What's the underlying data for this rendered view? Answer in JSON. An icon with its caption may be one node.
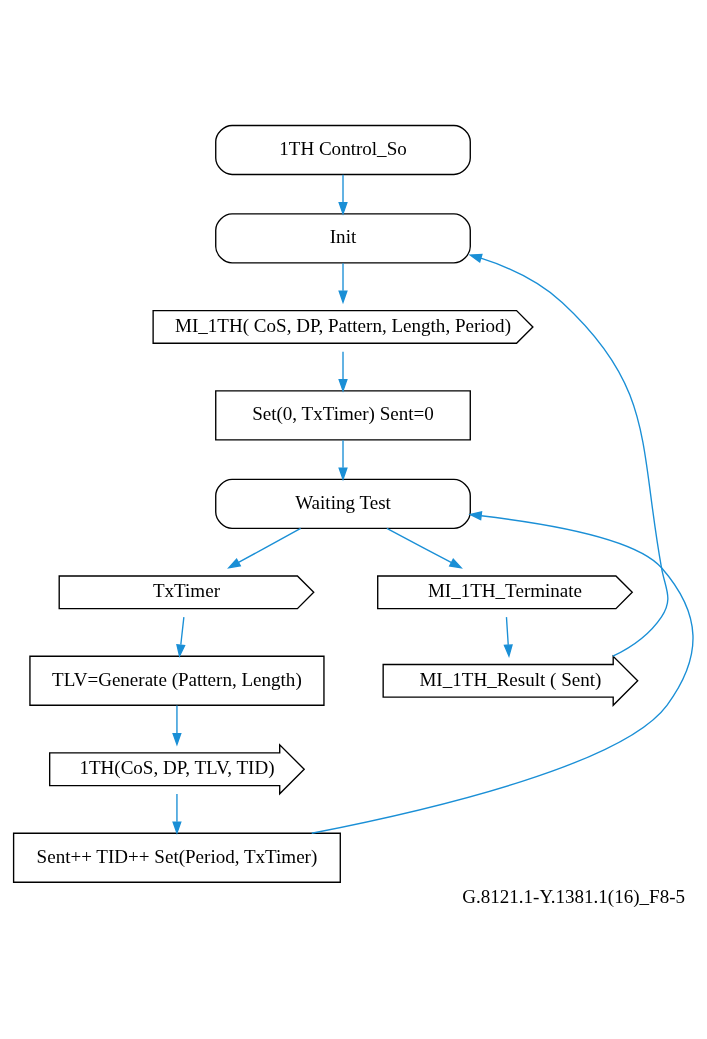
{
  "diagram": {
    "caption": "G.8121.1-Y.1381.1(16)_F8-5",
    "nodes": [
      {
        "text": [
          "1TH Control_So"
        ]
      },
      {
        "text": [
          "Init"
        ]
      },
      {
        "text": [
          "MI_1TH( CoS, DP, Pattern, Length, Period)"
        ]
      },
      {
        "text": [
          "Set(0, TxTimer) Sent=0"
        ]
      },
      {
        "text": [
          "Waiting Test"
        ]
      },
      {
        "text": [
          "TxTimer"
        ]
      },
      {
        "text": [
          "MI_1TH_Terminate"
        ]
      },
      {
        "text": [
          "TLV=Generate (Pattern, Length)"
        ]
      },
      {
        "text": [
          "1TH(CoS, DP, TLV, TID)"
        ]
      },
      {
        "text": [
          "Sent++ TID++ Set(Period, TxTimer)"
        ]
      },
      {
        "text": [
          "MI_1TH_Result ( Sent)"
        ]
      }
    ],
    "edges": [
      {
        "from": 0,
        "to": 1,
        "arrow": "to"
      },
      {
        "from": 1,
        "to": 2,
        "arrow": "to"
      },
      {
        "from": 2,
        "to": 3,
        "arrow": "to"
      },
      {
        "from": 3,
        "to": 4,
        "arrow": "to"
      },
      {
        "from": 4,
        "to": 5,
        "arrow": "to"
      },
      {
        "from": 4,
        "to": 6,
        "arrow": "to"
      },
      {
        "from": 5,
        "to": 7,
        "arrow": "to"
      },
      {
        "from": 7,
        "to": 8,
        "arrow": "to"
      },
      {
        "from": 8,
        "to": 9,
        "arrow": "to"
      },
      {
        "from": 9,
        "to": 4,
        "arrow": "to"
      },
      {
        "from": 6,
        "to": 10,
        "arrow": "to"
      },
      {
        "from": 10,
        "to": 1,
        "arrow": "to"
      }
    ]
  }
}
